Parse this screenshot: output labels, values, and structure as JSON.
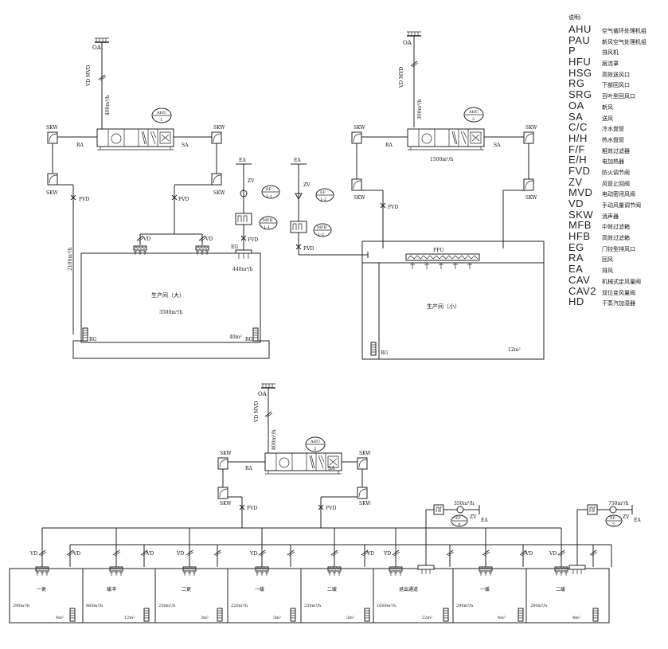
{
  "legend": {
    "title": "说明:",
    "items": [
      {
        "code": "AHU",
        "desc": "空气循环处理机组"
      },
      {
        "code": "PAU",
        "desc": "新风空气处理机组"
      },
      {
        "code": "P",
        "desc": "排风机"
      },
      {
        "code": "HFU",
        "desc": "层流罩"
      },
      {
        "code": "HSG",
        "desc": "高效送风口"
      },
      {
        "code": "RG",
        "desc": "下部回风口"
      },
      {
        "code": "SRG",
        "desc": "百叶型回风口"
      },
      {
        "code": "OA",
        "desc": "新风"
      },
      {
        "code": "SA",
        "desc": "送风"
      },
      {
        "code": "C/C",
        "desc": "冷水盘管"
      },
      {
        "code": "H/H",
        "desc": "热水盘管"
      },
      {
        "code": "F/F",
        "desc": "粗效过滤器"
      },
      {
        "code": "E/H",
        "desc": "电加热器"
      },
      {
        "code": "FVD",
        "desc": "防火调节阀"
      },
      {
        "code": "ZV",
        "desc": "风管止回阀"
      },
      {
        "code": "MVD",
        "desc": "电动密闭风阀"
      },
      {
        "code": "VD",
        "desc": "手动风量调节阀"
      },
      {
        "code": "SKW",
        "desc": "消声器"
      },
      {
        "code": "MFB",
        "desc": "中效过滤箱"
      },
      {
        "code": "HFB",
        "desc": "高效过滤箱"
      },
      {
        "code": "EG",
        "desc": "门铰型排风口"
      },
      {
        "code": "RA",
        "desc": "回风"
      },
      {
        "code": "EA",
        "desc": "排风"
      },
      {
        "code": "CAV",
        "desc": "机械式定风量阀"
      },
      {
        "code": "CAV2",
        "desc": "双位变风量阀"
      },
      {
        "code": "HD",
        "desc": "干蒸汽加湿器"
      }
    ]
  },
  "system1": {
    "oa": "OA",
    "vd_mvd": "VD MVD",
    "oa_flow": "400m³/h",
    "ahu_top": "AHU",
    "ahu_num": "1",
    "skw": "SKW",
    "ra": "RA",
    "sa": "SA",
    "fvd": "FVD",
    "vd": "VD",
    "return_flow": "2100m³/h",
    "room_name": "生产间（大）",
    "room_flow": "3500m³/h",
    "room_area": "40m²",
    "rg": "RG",
    "ea": "EA",
    "zv": "ZV",
    "ef_top": "EF",
    "ef_num": "1-1",
    "mfb_top": "MFB",
    "mfb_num": "1-1",
    "eg": "EG",
    "eg_flow": "440m³/h"
  },
  "system3": {
    "oa": "OA",
    "vd_mvd": "VD MVD",
    "oa_flow": "300m³/h",
    "ahu_top": "AHU",
    "ahu_num": "3",
    "skw": "SKW",
    "ra": "RA",
    "sa": "SA",
    "fvd": "FVD",
    "sa_flow": "1500m³/h",
    "room_name": "生产间（小）",
    "room_area": "12m²",
    "rg": "RG",
    "ffu": "FFU",
    "ea": "EA",
    "zv": "ZV",
    "ef_top": "EF",
    "ef_num": "1-2",
    "mfb_top": "MFB",
    "mfb_num": "1-2"
  },
  "system2": {
    "oa": "OA",
    "vd_mvd": "VD MVD",
    "oa_flow": "800m³/h",
    "ahu_top": "AHU",
    "ahu_num": "2",
    "skw": "SKW",
    "ra": "RA",
    "sa": "SA",
    "fvd": "FVD",
    "vd": "VD",
    "zv": "ZV",
    "ea": "EA",
    "ef1_flow": "350m³/h",
    "ef1_top": "EF",
    "ef1_num": "4",
    "ef2_flow": "750m³/h",
    "ef2_top": "EF",
    "ef2_num": "5",
    "rooms": [
      {
        "name": "一更",
        "flow": "290m³/h",
        "area": "4m²"
      },
      {
        "name": "缓冲",
        "flow": "860m³/h",
        "area": "12m²"
      },
      {
        "name": "二更",
        "flow": "230m³/h",
        "area": "3m²"
      },
      {
        "name": "一缓",
        "flow": "220m³/h",
        "area": "3m²"
      },
      {
        "name": "二缓",
        "flow": "230m³/h",
        "area": "3m²"
      },
      {
        "name": "退出通道",
        "flow": "1600m³/h",
        "area": "22m²"
      },
      {
        "name": "一缓",
        "flow": "290m³/h",
        "area": "4m²"
      },
      {
        "name": "二缓",
        "flow": "290m³/h",
        "area": "4m²"
      }
    ]
  }
}
